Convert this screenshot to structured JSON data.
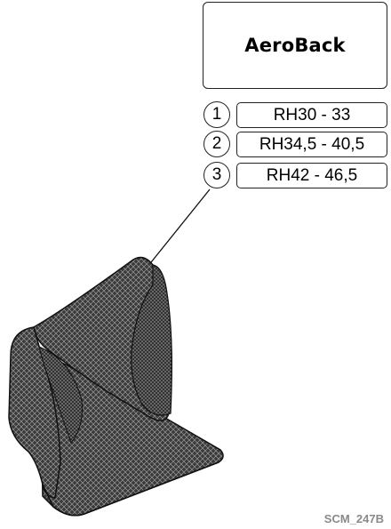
{
  "product": {
    "name": "AeroBack"
  },
  "sizes": [
    {
      "number": "1",
      "range": "RH30 - 33"
    },
    {
      "number": "2",
      "range": "RH34,5 - 40,5"
    },
    {
      "number": "3",
      "range": "RH42 - 46,5"
    }
  ],
  "footer": {
    "code": "SCM_247B"
  },
  "colors": {
    "seat_fill": "#3c3c3c",
    "outline": "#111111",
    "mesh_line": "#9a9a9a"
  },
  "illustration": {
    "subject": "mesh-backrest-cushion"
  }
}
